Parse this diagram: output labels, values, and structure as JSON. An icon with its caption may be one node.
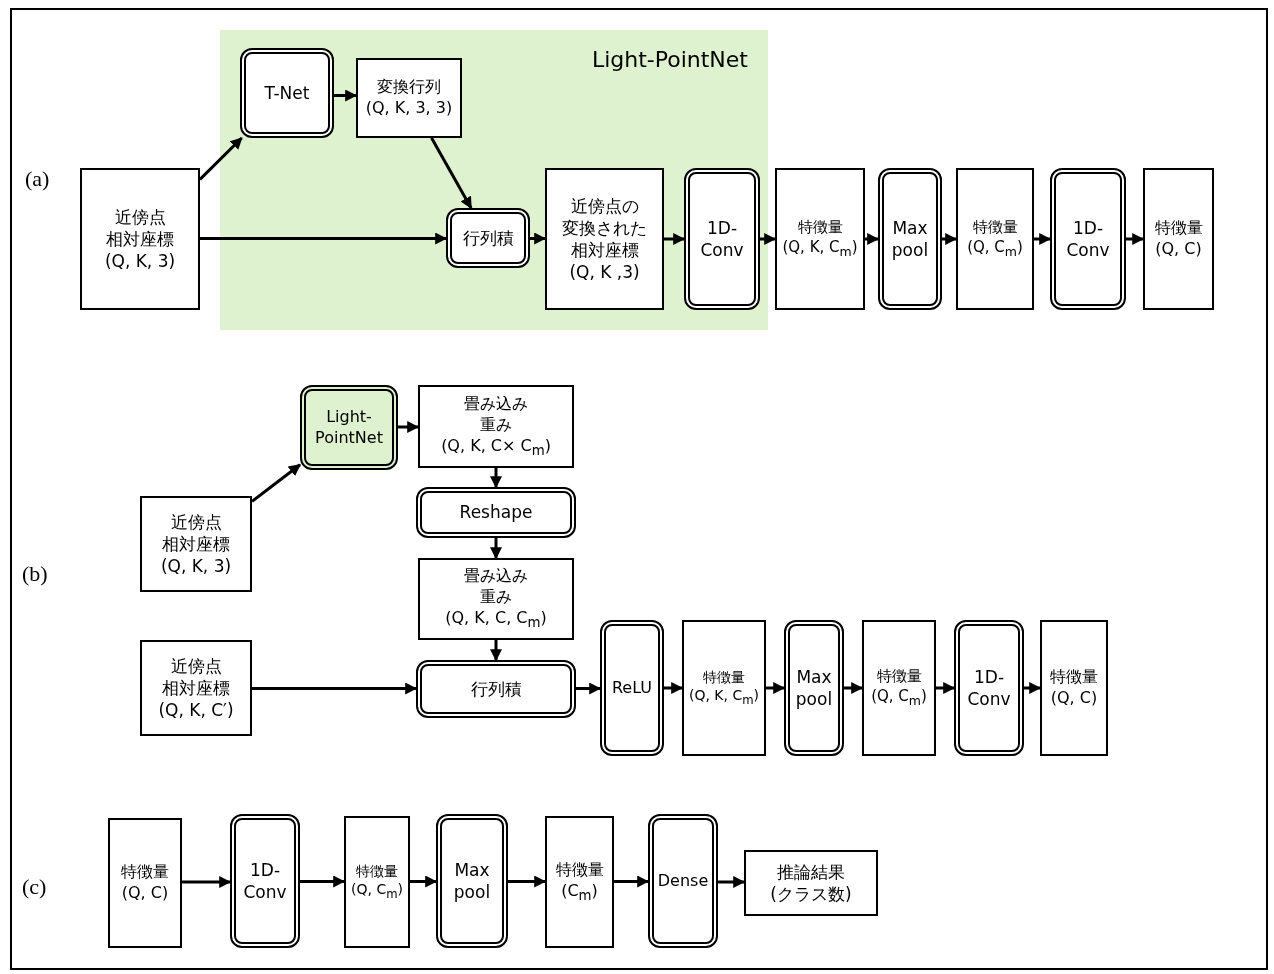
{
  "diagram": {
    "nodes": [
      {
        "text": [
          "Light-PointNet"
        ]
      },
      {
        "text": [
          "近傍点",
          "相対座標",
          "(Q, K, 3)"
        ]
      },
      {
        "text": [
          "T-Net"
        ],
        "in": 0
      },
      {
        "text": [
          "変換行列",
          "(Q, K, 3, 3)"
        ],
        "in": 0
      },
      {
        "text": [
          "行列積"
        ],
        "in": 0
      },
      {
        "text": [
          "近傍点の",
          "変換された",
          "相対座標",
          "(Q, K ,3)"
        ],
        "in": 0
      },
      {
        "text": [
          "1D-Conv"
        ],
        "in": 0
      },
      {
        "text": [
          "特徴量",
          "(Q, K, C$_{m}$)"
        ]
      },
      {
        "text": [
          "Max pool"
        ]
      },
      {
        "text": [
          "特徴量",
          "(Q, C$_{m}$)"
        ]
      },
      {
        "text": [
          "1D-Conv"
        ]
      },
      {
        "text": [
          "特徴量",
          "(Q, C)"
        ]
      },
      {
        "text": [
          "近傍点",
          "相対座標",
          "(Q, K, 3)"
        ]
      },
      {
        "text": [
          "Light-PointNet"
        ]
      },
      {
        "text": [
          "畳み込み",
          "重み",
          "(Q, K, C× C$_{m}$)"
        ]
      },
      {
        "text": [
          "Reshape"
        ]
      },
      {
        "text": [
          "畳み込み",
          "重み",
          "(Q, K, C, C$_{m}$)"
        ]
      },
      {
        "text": [
          "近傍点",
          "相対座標",
          "(Q, K, C′)"
        ]
      },
      {
        "text": [
          "行列積"
        ]
      },
      {
        "text": [
          "ReLU"
        ]
      },
      {
        "text": [
          "特徴量",
          "(Q, K, C$_{m}$)"
        ]
      },
      {
        "text": [
          "Max pool"
        ]
      },
      {
        "text": [
          "特徴量",
          "(Q, C$_{m}$)"
        ]
      },
      {
        "text": [
          "1D-Conv"
        ]
      },
      {
        "text": [
          "特徴量",
          "(Q, C)"
        ]
      },
      {
        "text": [
          "特徴量",
          "(Q, C)"
        ]
      },
      {
        "text": [
          "1D-Conv"
        ]
      },
      {
        "text": [
          "特徴量",
          "(Q, C$_{m}$)"
        ]
      },
      {
        "text": [
          "Max pool"
        ]
      },
      {
        "text": [
          "特徴量",
          "(C$_{m}$)"
        ]
      },
      {
        "text": [
          "Dense"
        ]
      },
      {
        "text": [
          "推論結果",
          "(クラス数)"
        ]
      }
    ],
    "edges": [
      {
        "from": 1,
        "to": 2,
        "arrow": "to"
      },
      {
        "from": 1,
        "to": 4,
        "arrow": "to"
      },
      {
        "from": 2,
        "to": 3,
        "arrow": "to"
      },
      {
        "from": 3,
        "to": 4,
        "arrow": "to"
      },
      {
        "from": 4,
        "to": 5,
        "arrow": "to"
      },
      {
        "from": 5,
        "to": 6,
        "arrow": "to"
      },
      {
        "from": 6,
        "to": 7,
        "arrow": "to"
      },
      {
        "from": 7,
        "to": 8,
        "arrow": "to"
      },
      {
        "from": 8,
        "to": 9,
        "arrow": "to"
      },
      {
        "from": 9,
        "to": 10,
        "arrow": "to"
      },
      {
        "from": 10,
        "to": 11,
        "arrow": "to"
      },
      {
        "from": 12,
        "to": 13,
        "arrow": "to"
      },
      {
        "from": 13,
        "to": 14,
        "arrow": "to"
      },
      {
        "from": 14,
        "to": 15,
        "arrow": "to"
      },
      {
        "from": 15,
        "to": 16,
        "arrow": "to"
      },
      {
        "from": 16,
        "to": 18,
        "arrow": "to"
      },
      {
        "from": 17,
        "to": 18,
        "arrow": "to"
      },
      {
        "from": 18,
        "to": 19,
        "arrow": "to"
      },
      {
        "from": 19,
        "to": 20,
        "arrow": "to"
      },
      {
        "from": 20,
        "to": 21,
        "arrow": "to"
      },
      {
        "from": 21,
        "to": 22,
        "arrow": "to"
      },
      {
        "from": 22,
        "to": 23,
        "arrow": "to"
      },
      {
        "from": 23,
        "to": 24,
        "arrow": "to"
      },
      {
        "from": 25,
        "to": 26,
        "arrow": "to"
      },
      {
        "from": 26,
        "to": 27,
        "arrow": "to"
      },
      {
        "from": 27,
        "to": 28,
        "arrow": "to"
      },
      {
        "from": 28,
        "to": 29,
        "arrow": "to"
      },
      {
        "from": 29,
        "to": 30,
        "arrow": "to"
      },
      {
        "from": 30,
        "to": 31,
        "arrow": "to"
      }
    ],
    "labels": [
      "(a)",
      "(b)",
      "(c)"
    ]
  }
}
